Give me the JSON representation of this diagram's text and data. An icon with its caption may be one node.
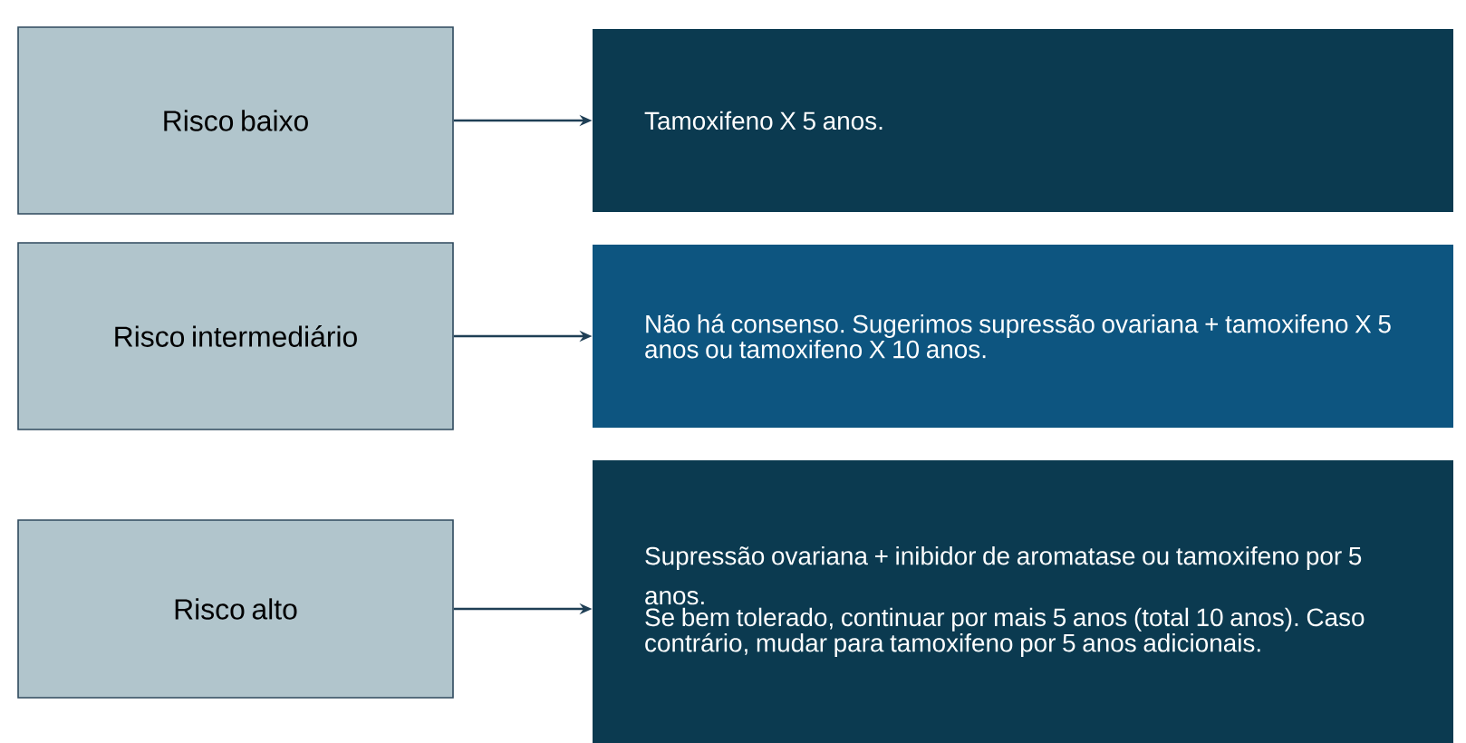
{
  "diagram": {
    "nodes": [
      {
        "text": [
          "Risco baixo"
        ]
      },
      {
        "text": [
          "Tamoxifeno X 5 anos."
        ]
      },
      {
        "text": [
          "Risco intermediário"
        ]
      },
      {
        "text": [
          "Não há consenso. Sugerimos supressão ovariana + tamoxifeno X 5 anos ou tamoxifeno X 10 anos."
        ]
      },
      {
        "text": [
          "Risco alto"
        ]
      },
      {
        "text": [
          "Supressão ovariana + inibidor de aromatase ou tamoxifeno por 5 anos.",
          "Se bem tolerado, continuar por mais 5 anos (total 10 anos). Caso contrário, mudar para tamoxifeno por 5 anos adicionais."
        ]
      }
    ],
    "edges": [
      {
        "from": 0,
        "to": 1,
        "arrow": "to"
      },
      {
        "from": 2,
        "to": 3,
        "arrow": "to"
      },
      {
        "from": 4,
        "to": 5,
        "arrow": "to"
      }
    ]
  }
}
